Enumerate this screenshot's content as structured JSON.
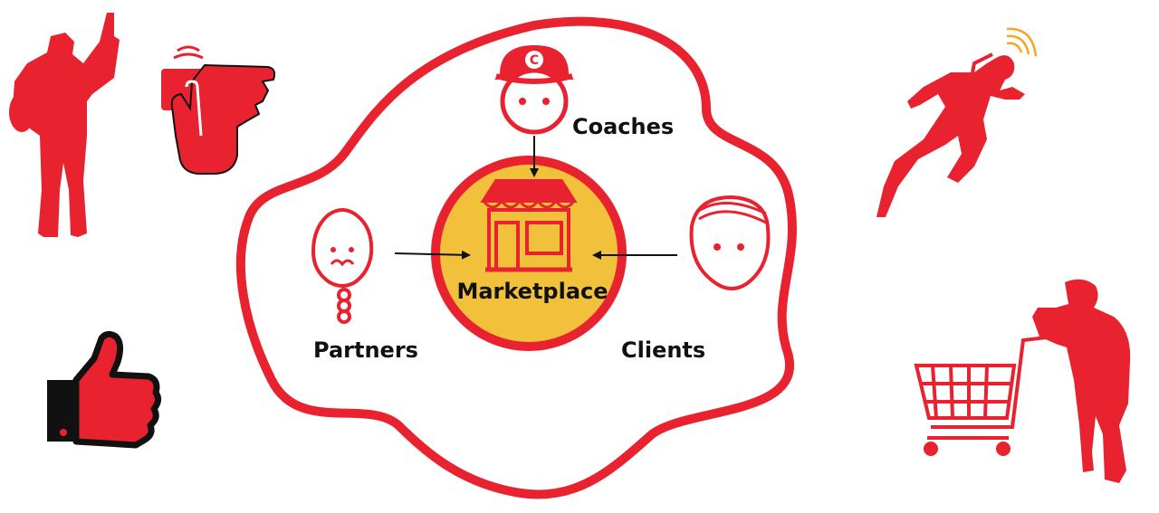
{
  "colors": {
    "accent": "#e8222e",
    "marketplace_fill": "#f2c13c",
    "outline": "#111111",
    "signal": "#f5a623"
  },
  "diagram": {
    "center": {
      "label": "Marketplace",
      "icon": "store-icon"
    },
    "nodes": [
      {
        "id": "coaches",
        "label": "Coaches",
        "icon": "coach-face-icon",
        "arrow_to": "center"
      },
      {
        "id": "partners",
        "label": "Partners",
        "icon": "partner-face-icon",
        "arrow_to": "center"
      },
      {
        "id": "clients",
        "label": "Clients",
        "icon": "client-face-icon",
        "arrow_to": "center"
      }
    ],
    "coach_cap_letter": "C"
  },
  "side_icons": [
    "coach-pointing-icon",
    "card-tap-payment-icon",
    "thumbs-up-icon",
    "runner-icon",
    "shopping-cart-person-icon"
  ]
}
